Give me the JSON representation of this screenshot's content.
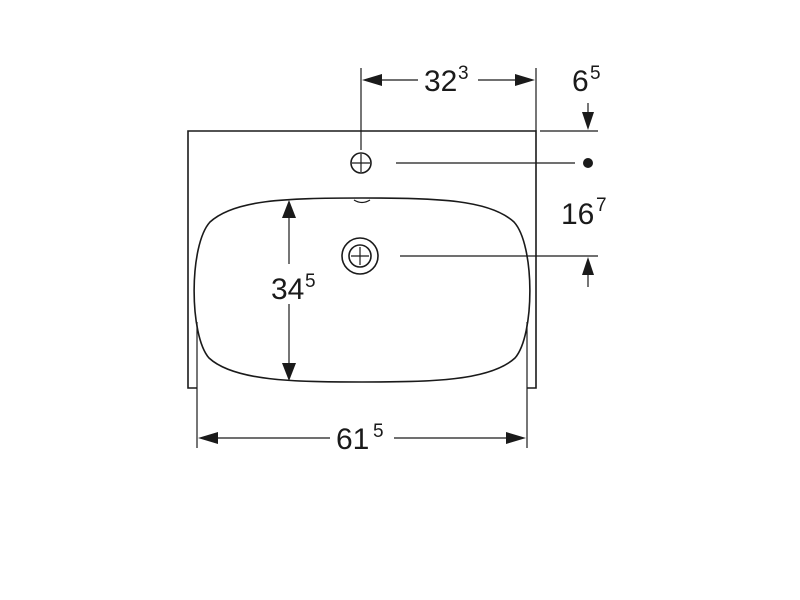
{
  "dimensions": {
    "width_total": {
      "main": "61",
      "sup": "5"
    },
    "tap_offset": {
      "main": "32",
      "sup": "3"
    },
    "basin_depth": {
      "main": "34",
      "sup": "5"
    },
    "rim_offset": {
      "main": "6",
      "sup": "5"
    },
    "drain_offset": {
      "main": "16",
      "sup": "7"
    }
  }
}
